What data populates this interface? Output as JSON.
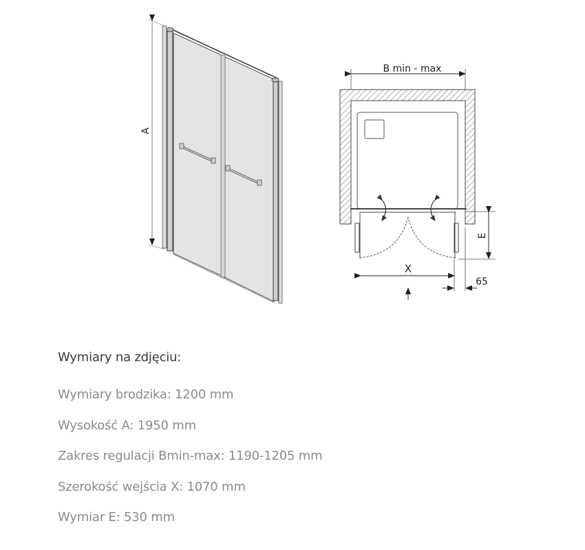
{
  "diagram": {
    "iso_view": {
      "label_height": "A"
    },
    "plan_view": {
      "label_width": "B min - max",
      "label_depth": "E",
      "label_entry": "X",
      "label_offset": "65"
    }
  },
  "specs": {
    "title": "Wymiary na zdjęciu:",
    "lines": [
      "Wymiary brodzika: 1200 mm",
      "Wysokość A: 1950 mm",
      "Zakres regulacji Bmin-max: 1190-1205 mm",
      "Szerokość wejścia X: 1070 mm",
      "Wymiar E: 530 mm"
    ]
  }
}
